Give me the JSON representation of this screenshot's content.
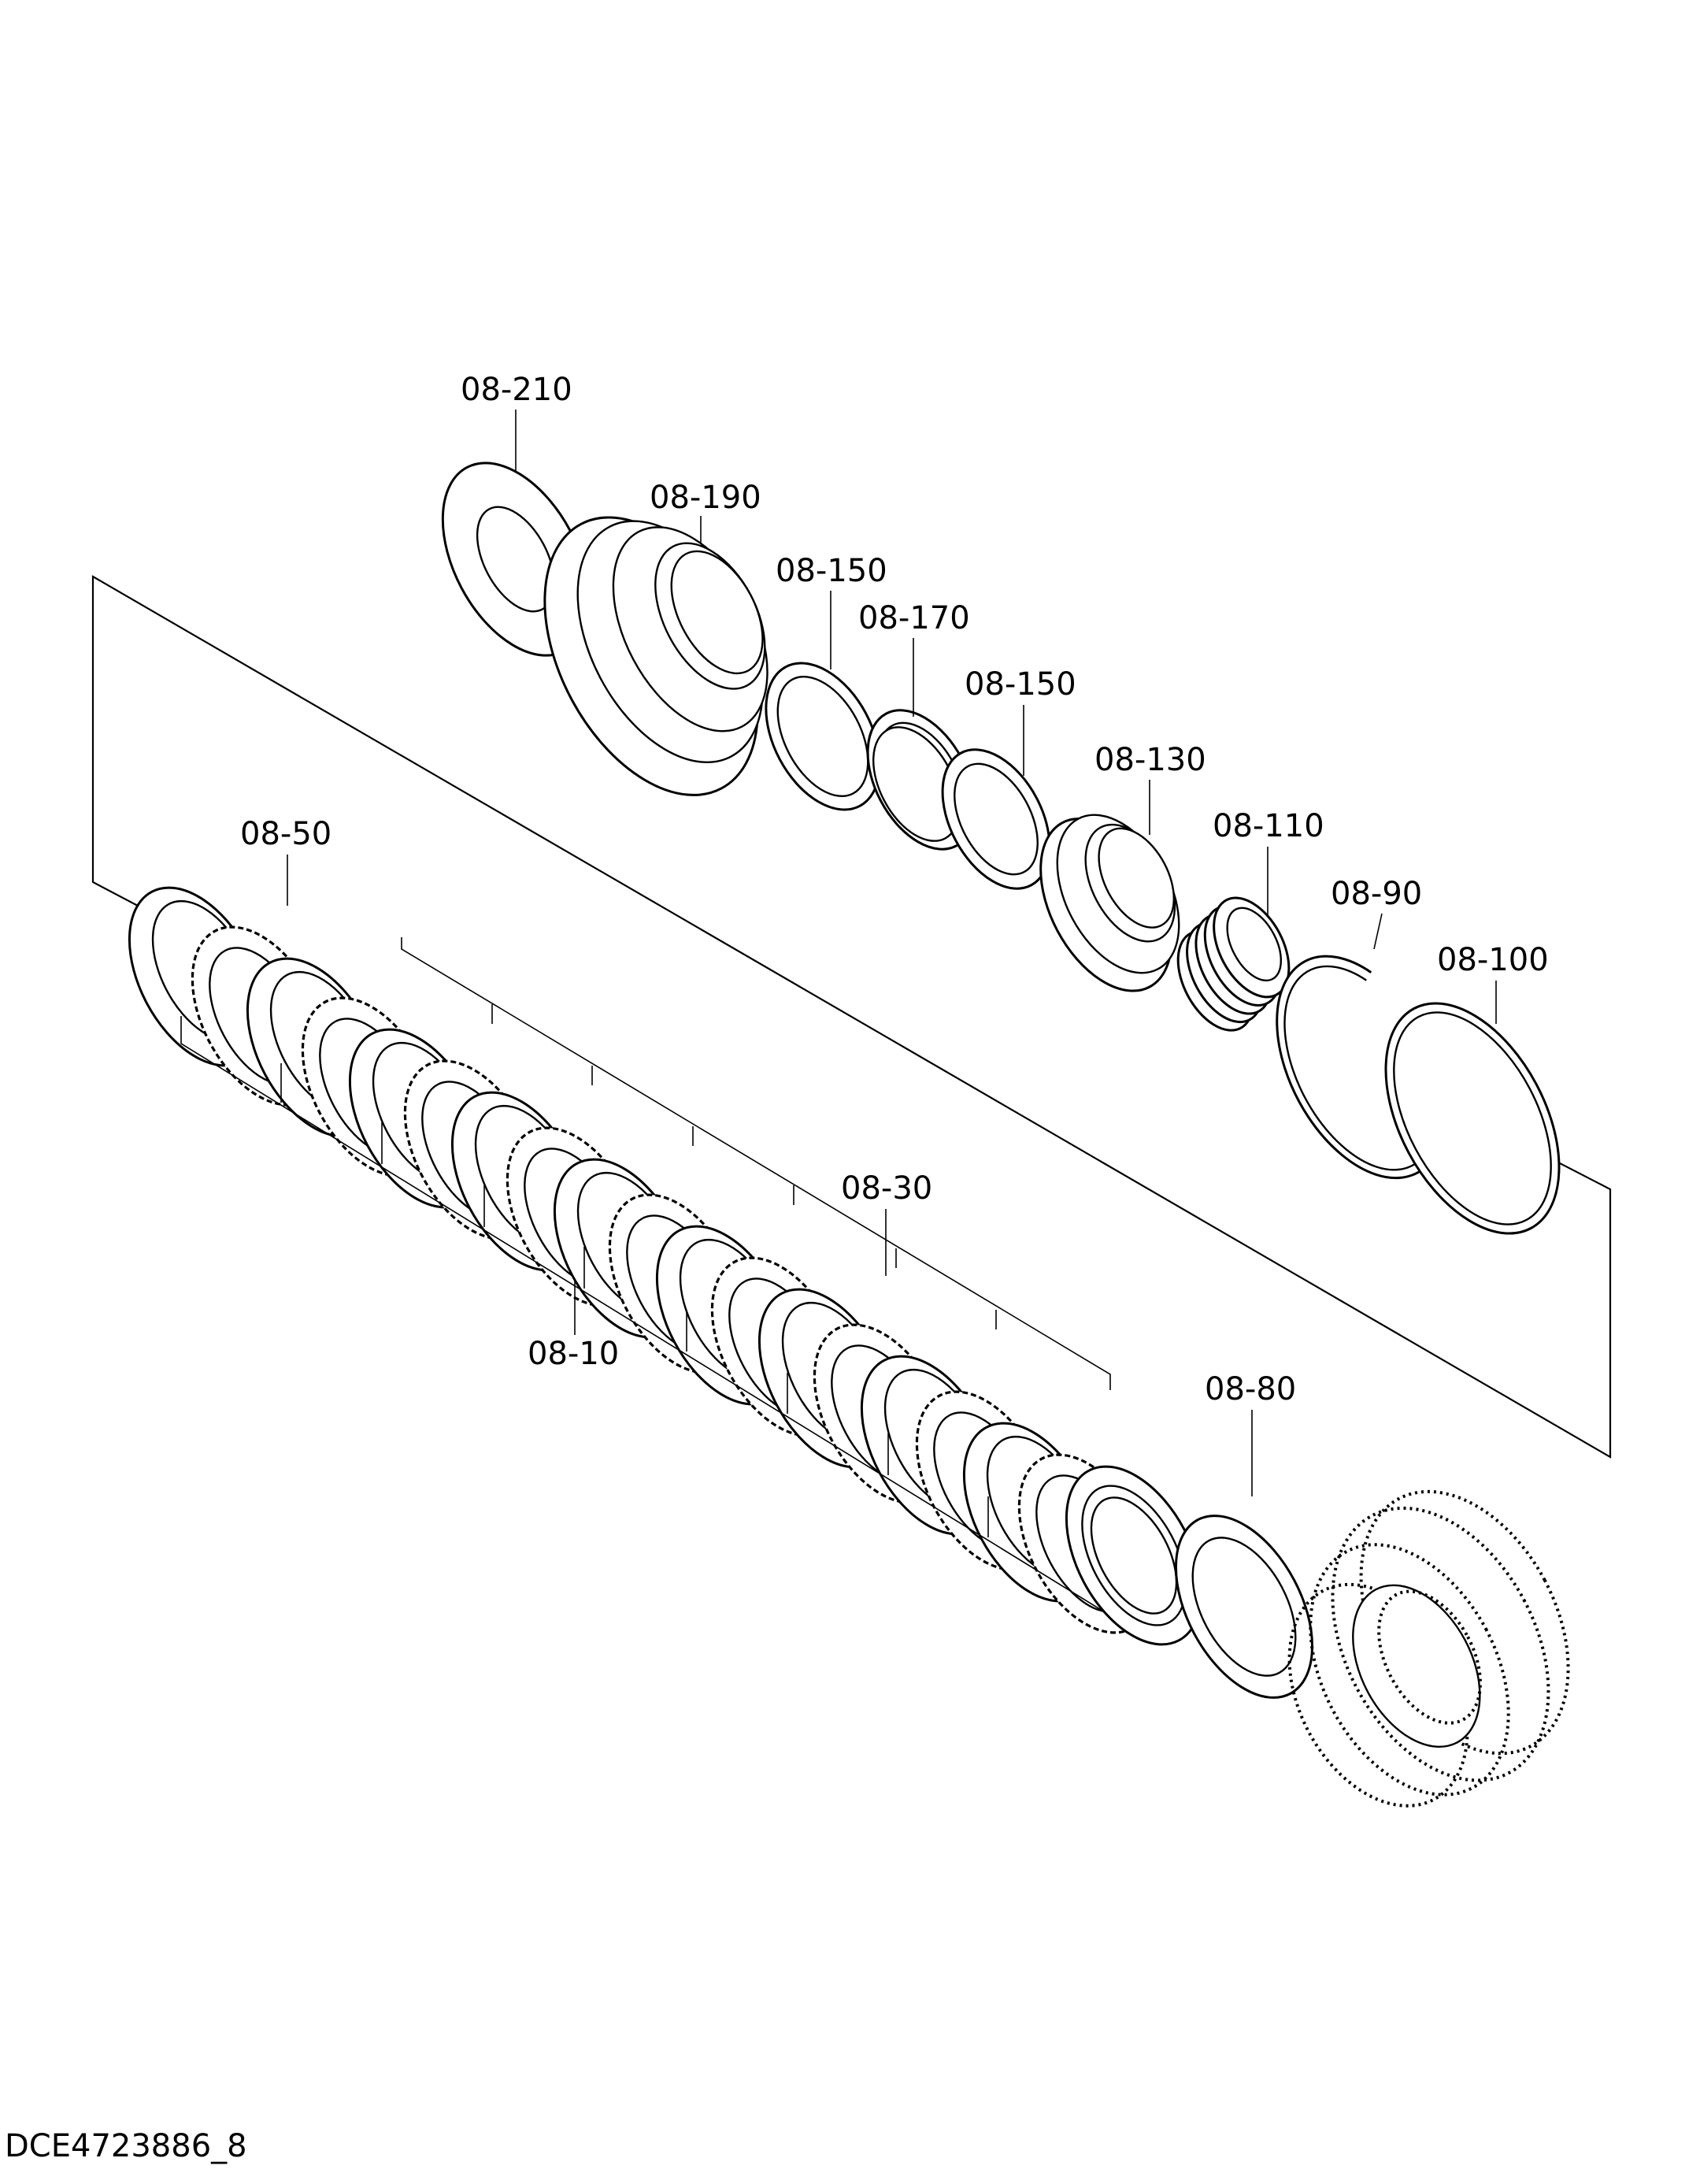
{
  "diagram": {
    "part_labels": {
      "p08_210": "08-210",
      "p08_190": "08-190",
      "p08_150_a": "08-150",
      "p08_170": "08-170",
      "p08_150_b": "08-150",
      "p08_130": "08-130",
      "p08_110": "08-110",
      "p08_90": "08-90",
      "p08_100": "08-100",
      "p08_50": "08-50",
      "p08_30": "08-30",
      "p08_10": "08-10",
      "p08_80": "08-80"
    },
    "drawing_id": "DCE4723886_8"
  }
}
